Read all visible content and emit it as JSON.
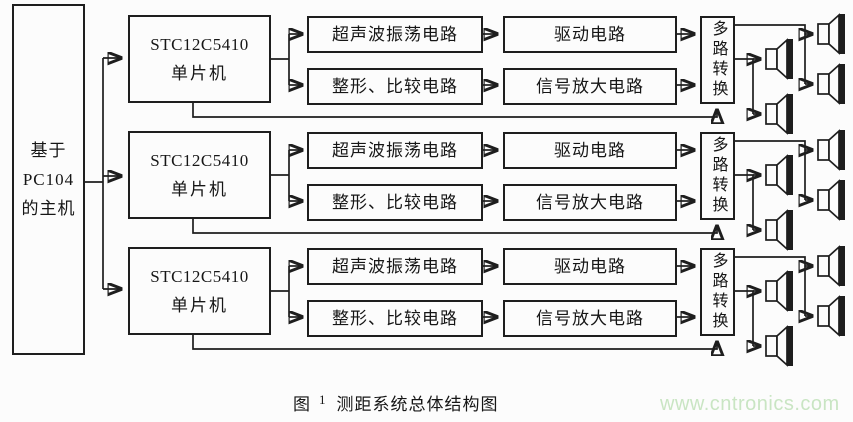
{
  "host": {
    "line1": "基于",
    "line2": "PC104",
    "line3": "的主机"
  },
  "rows": [
    {
      "mcu_line1": "STC12C5410",
      "mcu_line2": "单片机",
      "ultrasonic_osc": "超声波振荡电路",
      "drive": "驱动电路",
      "shaping_compare": "整形、比较电路",
      "signal_amp": "信号放大电路",
      "multiplexer": "多路转换"
    },
    {
      "mcu_line1": "STC12C5410",
      "mcu_line2": "单片机",
      "ultrasonic_osc": "超声波振荡电路",
      "drive": "驱动电路",
      "shaping_compare": "整形、比较电路",
      "signal_amp": "信号放大电路",
      "multiplexer": "多路转换"
    },
    {
      "mcu_line1": "STC12C5410",
      "mcu_line2": "单片机",
      "ultrasonic_osc": "超声波振荡电路",
      "drive": "驱动电路",
      "shaping_compare": "整形、比较电路",
      "signal_amp": "信号放大电路",
      "multiplexer": "多路转换"
    }
  ],
  "caption": {
    "figure_label": "图",
    "figure_number": "1",
    "title": "测距系统总体结构图"
  },
  "watermark": "www.cntronics.com",
  "icons": {
    "transducer": "speaker-icon"
  },
  "colors": {
    "line": "#1e1e1e",
    "box_border": "#1e1e1e",
    "background": "#fcfcfc",
    "watermark_green": "#c9e5c3"
  }
}
